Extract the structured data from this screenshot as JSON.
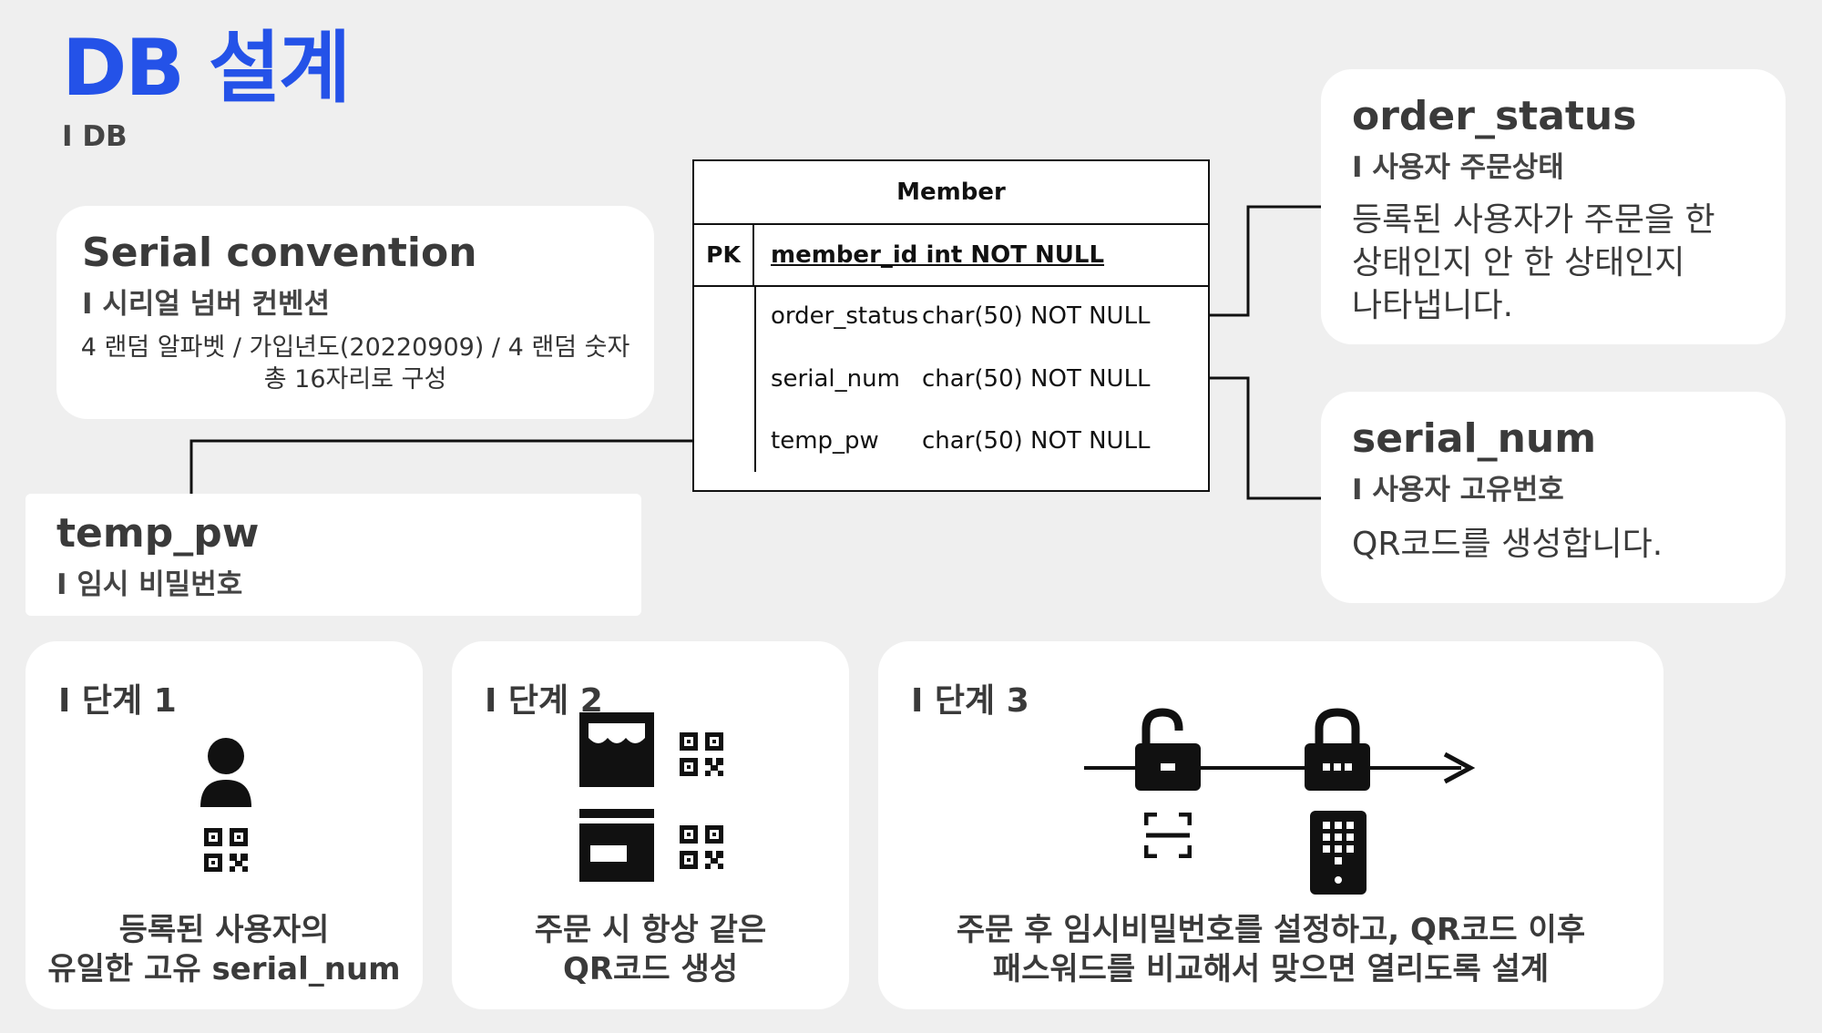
{
  "header": {
    "title": "DB 설계",
    "subtitle": "I DB"
  },
  "serial_card": {
    "title": "Serial convention",
    "subtitle": "I 시리얼 넘버 컨벤션",
    "line1": "4 랜덤 알파벳 / 가입년도(20220909) / 4 랜덤 숫자",
    "line2": "총 16자리로 구성"
  },
  "temp_pw_card": {
    "title": "temp_pw",
    "subtitle": "I 임시 비밀번호"
  },
  "order_status_card": {
    "title": "order_status",
    "subtitle": "I 사용자 주문상태",
    "body_line1": "등록된 사용자가 주문을 한",
    "body_line2": "상태인지 안 한 상태인지",
    "body_line3": "나타냅니다."
  },
  "serial_num_card": {
    "title": "serial_num",
    "subtitle": "I 사용자 고유번호",
    "body": "QR코드를 생성합니다."
  },
  "erd": {
    "table_name": "Member",
    "pk_label": "PK",
    "pk_field": "member_id int NOT NULL",
    "fields": [
      {
        "name": "order_status",
        "type": "char(50) NOT NULL"
      },
      {
        "name": "serial_num",
        "type": "char(50) NOT NULL"
      },
      {
        "name": "temp_pw",
        "type": "char(50) NOT NULL"
      }
    ]
  },
  "stages": [
    {
      "title": "I 단계 1",
      "line1": "등록된 사용자의",
      "line2": "유일한 고유 serial_num"
    },
    {
      "title": "I 단계 2",
      "line1": "주문 시 항상 같은",
      "line2": "QR코드 생성"
    },
    {
      "title": "I 단계 3",
      "line1": "주문 후 임시비밀번호를 설정하고, QR코드 이후",
      "line2": "패스워드를 비교해서 맞으면 열리도록 설계"
    }
  ],
  "icons": [
    "user-icon",
    "qr-code-icon",
    "storefront-icon",
    "store-icon",
    "unlocked-padlock-icon",
    "locked-padlock-icon",
    "scan-frame-icon",
    "keypad-phone-icon",
    "arrow-right-icon"
  ],
  "colors": {
    "title": "#2452e8",
    "background": "#efefef",
    "card": "#ffffff"
  }
}
